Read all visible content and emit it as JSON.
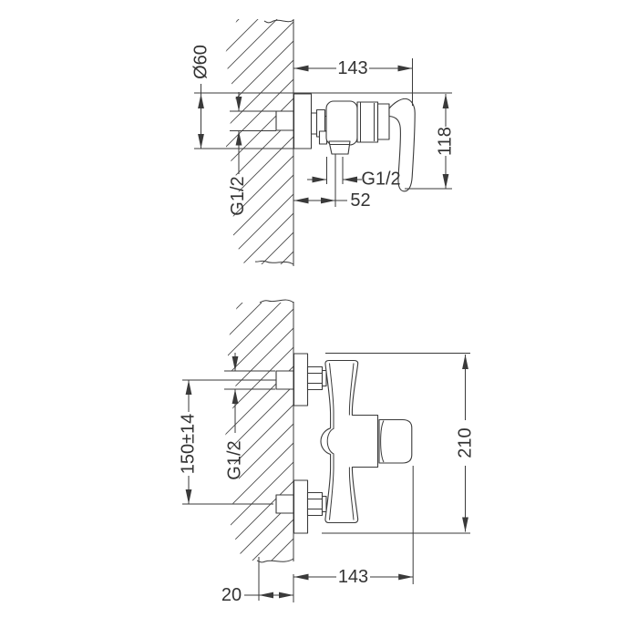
{
  "drawing": {
    "background": "#ffffff",
    "line_color": "#3a3a3a",
    "views": {
      "side": {
        "escutcheon_diameter": "Ø60",
        "projection": "143",
        "height": "118",
        "inlet_thread": "G1/2",
        "outlet_thread": "G1/2",
        "outlet_offset": "52"
      },
      "front": {
        "inlet_spacing": "150±14",
        "inlet_thread": "G1/2",
        "body_height": "210",
        "projection": "143",
        "wall_offset": "20"
      }
    }
  }
}
